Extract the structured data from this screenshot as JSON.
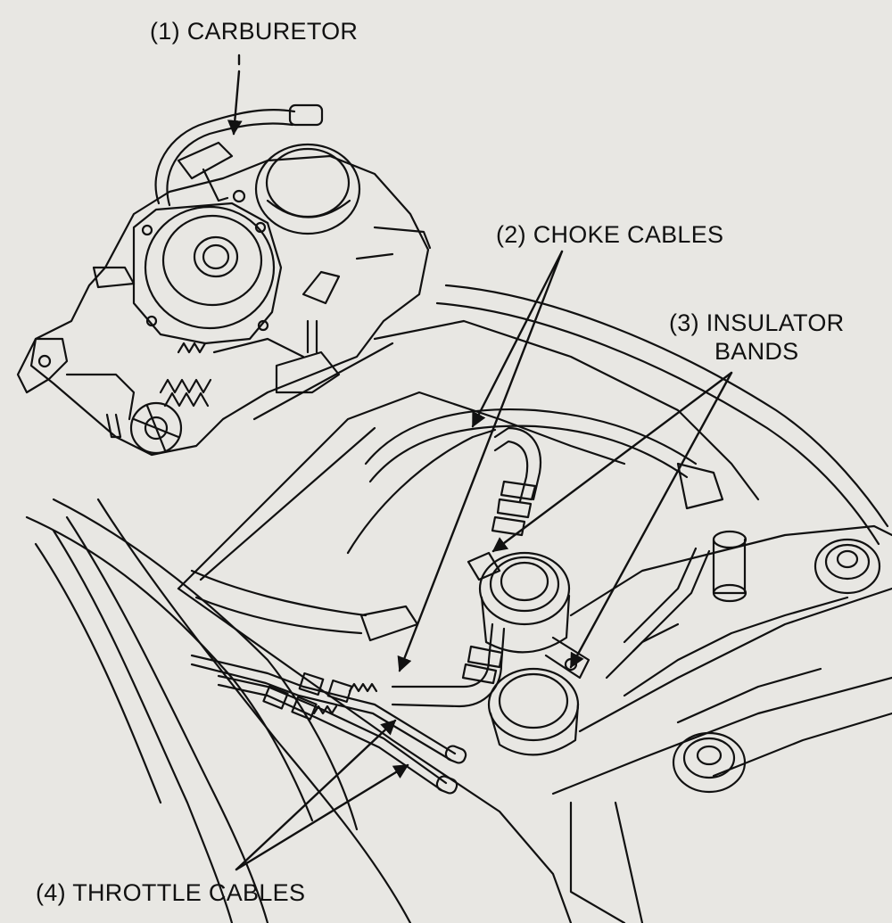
{
  "labels": {
    "carburetor": "(1) CARBURETOR",
    "choke_cables": "(2) CHOKE CABLES",
    "insulator_bands_line1": "(3) INSULATOR",
    "insulator_bands_line2": "BANDS",
    "throttle_cables": "(4) THROTTLE CABLES"
  },
  "colors": {
    "paper": "#e8e7e3",
    "ink": "#111111"
  }
}
